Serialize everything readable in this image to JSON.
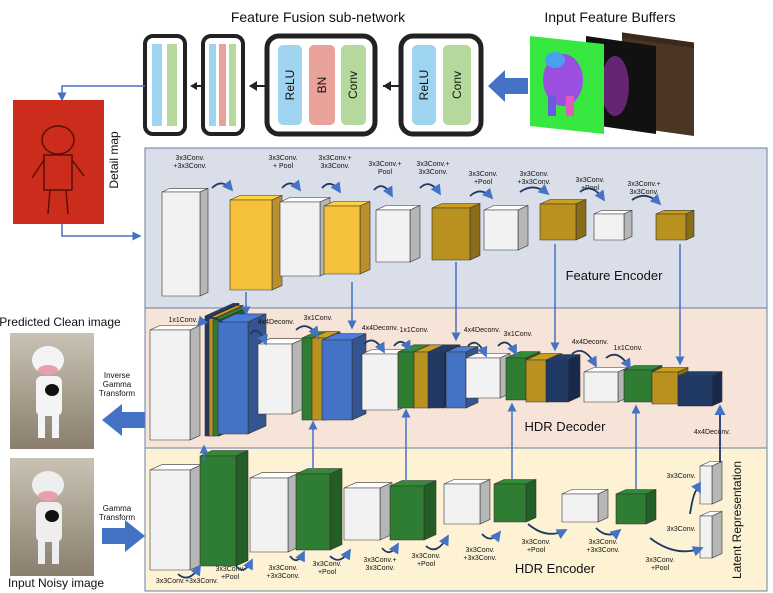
{
  "titles": {
    "fusion": "Feature Fusion sub-network",
    "input_buffers": "Input Feature Buffers",
    "detail_map": "Detail map",
    "predicted_clean": "Predicted Clean image",
    "input_noisy": "Input Noisy image",
    "latent": "Latent Representation"
  },
  "sections": {
    "encoder": "Feature Encoder",
    "decoder": "HDR Decoder",
    "hdr_encoder": "HDR Encoder"
  },
  "fusion_layers": {
    "relu": "ReLU",
    "bn": "BN",
    "conv": "Conv"
  },
  "transforms": {
    "inverse": [
      "Inverse",
      "Gamma",
      "Transform"
    ],
    "gamma": [
      "Gamma",
      "Transform"
    ]
  },
  "ops": {
    "fe1": [
      "3x3Conv.",
      "+3x3Conv."
    ],
    "fe2": [
      "3x3Conv.",
      "+ Pool"
    ],
    "fe3": [
      "3x3Conv.+",
      "3x3Conv."
    ],
    "fe4": [
      "3x3Conv.+",
      "Pool"
    ],
    "fe5": [
      "3x3Conv.+",
      "3x3Conv."
    ],
    "fe6": [
      "3x3Conv.",
      "+Pool"
    ],
    "fe7": [
      "3x3Conv.",
      "+3x3Conv."
    ],
    "fe8": [
      "3x3Conv.",
      "+Pool"
    ],
    "fe9": [
      "3x3Conv.+",
      "3x3Conv."
    ],
    "hd1": "1x1Conv.",
    "hd2": "4x4Deconv.",
    "hd3": "3x1Conv.",
    "hd4": "4x4Deconv.",
    "hd5": "1x1Conv.",
    "hd6": "4x4Deconv.",
    "hd7": "3x1Conv.",
    "hd8": "4x4Deconv.",
    "hd9": "1x1Conv.",
    "hd10": "4x4Deconv.",
    "he1": "3x3Conv.+3x3Conv.",
    "he2": [
      "3x3Conv.",
      "+Pool"
    ],
    "he3": [
      "3x3Conv.",
      "+3x3Conv."
    ],
    "he4": [
      "3x3Conv.",
      "+Pool"
    ],
    "he5": [
      "3x3Conv.+",
      "3x3Conv."
    ],
    "he6": [
      "3x3Conv.",
      "+Pool"
    ],
    "he7": [
      "3x3Conv.",
      "+3x3Conv."
    ],
    "he8": [
      "3x3Conv.",
      "+Pool"
    ],
    "he9": [
      "3x3Conv.",
      "+3x3Conv."
    ],
    "he10": [
      "3x3Conv.",
      "+Pool"
    ],
    "he11": "3x3Conv.",
    "he12": "3x3Conv."
  },
  "colors": {
    "encoder_bg": "#d9dee8",
    "decoder_bg": "#f7e4d8",
    "hdr_encoder_bg": "#fdf3d4",
    "yellow": "#f5c03a",
    "gold": "#b8911e",
    "green": "#2e7d32",
    "blue": "#4472c4",
    "navy": "#1f3864",
    "white": "#f2f2f2",
    "relu": "#9fd4f0",
    "bn": "#e8a29a",
    "conv": "#b5d99c",
    "arrow": "#4472c4"
  }
}
